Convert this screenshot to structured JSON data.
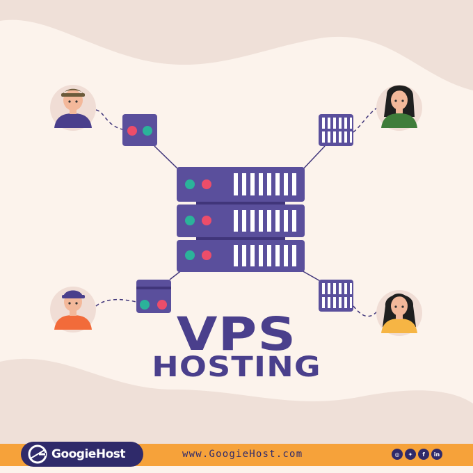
{
  "headline": {
    "title": "VPS",
    "subtitle": "HOSTING"
  },
  "footer": {
    "brand": "GoogieHost",
    "url": "www.GoogieHost.com",
    "socials": [
      {
        "icon": "instagram-icon",
        "glyph": "◎"
      },
      {
        "icon": "twitter-icon",
        "glyph": "✦"
      },
      {
        "icon": "facebook-icon",
        "glyph": "f"
      },
      {
        "icon": "linkedin-icon",
        "glyph": "in"
      }
    ]
  },
  "colors": {
    "background": "#fcf3ec",
    "blob": "#efe0d8",
    "server": "#5a4f9c",
    "server_dark": "#40357a",
    "led_green": "#2bb39a",
    "led_red": "#ec4d6a",
    "footer_bar": "#f6a23a",
    "brand": "#2f2a6a"
  }
}
